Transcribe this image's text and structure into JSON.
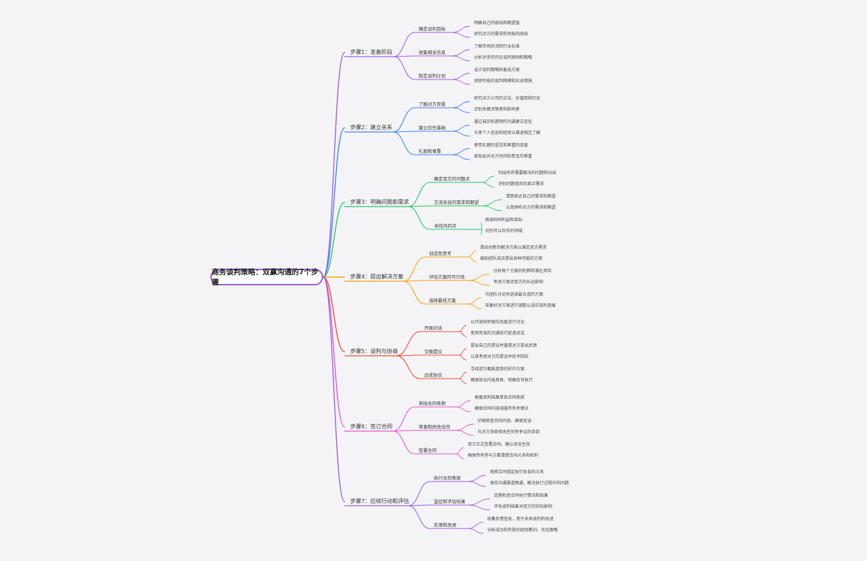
{
  "root": "商务谈判策略：双赢沟通的7个步骤",
  "colors": [
    "#9a5de6",
    "#3b82f6",
    "#22c55e",
    "#f59e0b",
    "#ef4b2c",
    "#e64fd0",
    "#9a5de6"
  ],
  "steps": [
    {
      "label": "步骤1：准备阶段",
      "subs": [
        {
          "label": "确定谈判目标",
          "leaves": [
            "明确自己的底线和期望值",
            "研究对方的需求和可能的底线"
          ]
        },
        {
          "label": "收集相关信息",
          "leaves": [
            "了解市场状况和行业标准",
            "分析对手的历史谈判案例和策略"
          ]
        },
        {
          "label": "制定谈判计划",
          "leaves": [
            "设计谈判策略和备选方案",
            "预测可能的谈判障碍和应对措施"
          ]
        }
      ]
    },
    {
      "label": "步骤2：建立关系",
      "subs": [
        {
          "label": "了解对方背景",
          "leaves": [
            "研究对方公司的文化、价值观和历史",
            "识别关键决策者和影响者"
          ]
        },
        {
          "label": "建立信任基础",
          "leaves": [
            "通过诚实和透明的沟通建立信任",
            "分享个人信息和经验以增进相互了解"
          ]
        },
        {
          "label": "礼貌和尊重",
          "leaves": [
            "使用礼貌的语言和尊重的态度",
            "表现出对对方时间和意见的尊重"
          ]
        }
      ]
    },
    {
      "label": "步骤3：明确问题和需求",
      "subs": [
        {
          "label": "确定双方的问题点",
          "leaves": [
            "列出所有需要解决的问题和分歧",
            "识别问题背后的真正需求"
          ]
        },
        {
          "label": "交流各自的需求和期望",
          "leaves": [
            "清楚表达自己的需求和期望",
            "认真倾听对方的需求和期望"
          ]
        },
        {
          "label": "寻找共同点",
          "leaves": [
            "强调共同利益和目标",
            "识别可以合作的领域"
          ]
        }
      ]
    },
    {
      "label": "步骤4：提出解决方案",
      "subs": [
        {
          "label": "创造性思考",
          "leaves": [
            "提出创新的解决方案以满足双方需求",
            "鼓励团队成员提出各种可能的方案"
          ]
        },
        {
          "label": "评估方案的可行性",
          "leaves": [
            "分析每个方案的利弊和潜在风险",
            "考虑方案对双方的长远影响"
          ]
        },
        {
          "label": "选择最佳方案",
          "leaves": [
            "与团队讨论并选择最合适的方案",
            "准备好对方案进行调整以适应谈判进展"
          ]
        }
      ]
    },
    {
      "label": "步骤5：谈判与协商",
      "subs": [
        {
          "label": "开展对话",
          "leaves": [
            "以开放和积极的态度进行讨论",
            "使用有效的沟通技巧促进对话"
          ]
        },
        {
          "label": "交换提议",
          "leaves": [
            "提出自己的提议并邀请对方提出反馈",
            "认真考虑对方的提议并给予回应"
          ]
        },
        {
          "label": "达成协议",
          "leaves": [
            "寻找双方都能接受的折中方案",
            "确保协议内容具体、明确且可执行"
          ]
        }
      ]
    },
    {
      "label": "步骤6：签订合同",
      "subs": [
        {
          "label": "草拟合同条款",
          "leaves": [
            "根据谈判结果草拟合同条款",
            "确保合同内容涵盖所有关键点"
          ]
        },
        {
          "label": "审查和修改合同",
          "leaves": [
            "仔细审查合同内容，确保无误",
            "与对方协商修改任何有争议的条款"
          ]
        },
        {
          "label": "签署合同",
          "leaves": [
            "双方正式签署合同，确认协议生效",
            "确保所有参与方都清楚合同义务和权利"
          ]
        }
      ]
    },
    {
      "label": "步骤7：后续行动和评估",
      "subs": [
        {
          "label": "执行合同条款",
          "leaves": [
            "按照合同规定执行各自的义务",
            "保持沟通渠道畅通，解决执行过程中的问题"
          ]
        },
        {
          "label": "监控和评估结果",
          "leaves": [
            "定期检查合同执行情况和结果",
            "评估谈判结果对双方的实际影响"
          ]
        },
        {
          "label": "反馈和改进",
          "leaves": [
            "收集反馈信息，用于未来谈判的改进",
            "分析成功和失败的经验教训，优化策略"
          ]
        }
      ]
    }
  ]
}
